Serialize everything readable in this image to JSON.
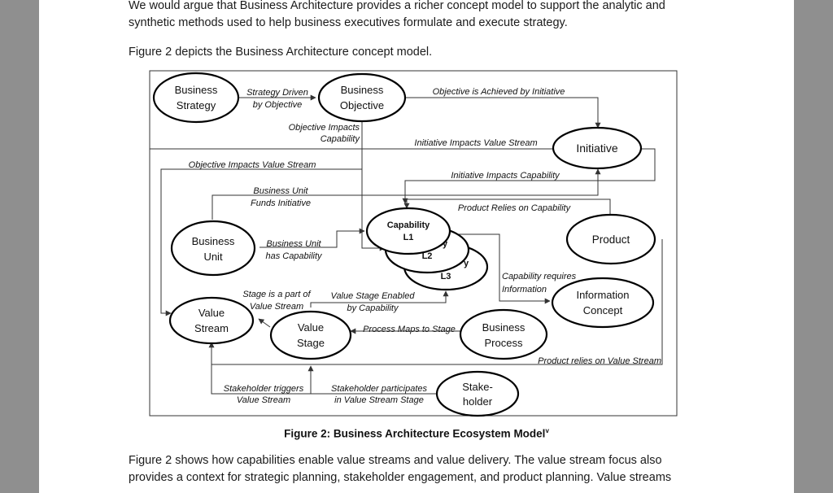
{
  "document": {
    "paragraph_top_line1": "We would argue that Business Architecture provides a richer concept model to support the analytic and",
    "paragraph_top_line2": "synthetic methods used to help business executives formulate and execute strategy.",
    "paragraph_figure_intro": "Figure 2 depicts the Business Architecture concept model.",
    "figure_caption": "Figure 2: Business Architecture Ecosystem Model",
    "figure_caption_note": "v",
    "paragraph_bottom_line1": "Figure 2 shows how capabilities enable value streams and value delivery. The value stream focus also",
    "paragraph_bottom_line2": "provides a context for strategic planning, stakeholder engagement, and product planning. Value streams"
  },
  "diagram": {
    "nodes": {
      "business_strategy": [
        "Business",
        "Strategy"
      ],
      "business_objective": [
        "Business",
        "Objective"
      ],
      "initiative": [
        "Initiative"
      ],
      "business_unit": [
        "Business",
        "Unit"
      ],
      "capability_l1": [
        "Capability",
        "L1"
      ],
      "capability_l2": [
        "y",
        "L2"
      ],
      "capability_l3": [
        "y",
        "L3"
      ],
      "product": [
        "Product"
      ],
      "information_concept": [
        "Information",
        "Concept"
      ],
      "value_stream": [
        "Value",
        "Stream"
      ],
      "value_stage": [
        "Value",
        "Stage"
      ],
      "business_process": [
        "Business",
        "Process"
      ],
      "stakeholder": [
        "Stake-",
        "holder"
      ]
    },
    "relations": {
      "strategy_driven_by_objective": [
        "Strategy Driven",
        "by Objective"
      ],
      "objective_achieved_by_initiative": [
        "Objective is Achieved by Initiative"
      ],
      "objective_impacts_capability": [
        "Objective Impacts",
        "Capability"
      ],
      "initiative_impacts_value_stream": [
        "Initiative Impacts Value Stream"
      ],
      "objective_impacts_value_stream": [
        "Objective Impacts Value Stream"
      ],
      "initiative_impacts_capability": [
        "Initiative Impacts Capability"
      ],
      "business_unit_funds_initiative": [
        "Business Unit",
        "Funds Initiative"
      ],
      "product_relies_on_capability": [
        "Product Relies on Capability"
      ],
      "business_unit_has_capability": [
        "Business Unit",
        "has Capability"
      ],
      "capability_requires_information": [
        "Capability requires",
        "Information"
      ],
      "stage_part_of_value_stream": [
        "Stage is a part of",
        "Value Stream"
      ],
      "value_stage_enabled_by_capability": [
        "Value Stage Enabled",
        "by Capability"
      ],
      "process_maps_to_stage": [
        "Process Maps to Stage"
      ],
      "product_relies_on_value_stream": [
        "Product relies on Value Stream"
      ],
      "stakeholder_triggers_value_stream": [
        "Stakeholder triggers",
        "Value Stream"
      ],
      "stakeholder_participates_in_stage": [
        "Stakeholder participates",
        "in Value Stream Stage"
      ]
    }
  }
}
